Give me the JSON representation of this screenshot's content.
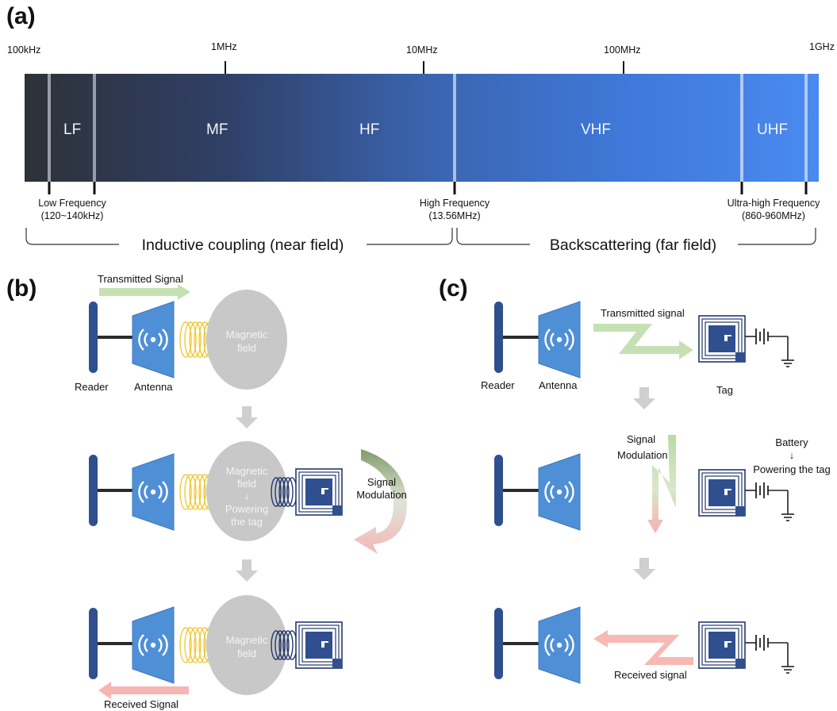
{
  "panels": {
    "a": "(a)",
    "b": "(b)",
    "c": "(c)"
  },
  "spectrum": {
    "ticks": [
      "100kHz",
      "1MHz",
      "10MHz",
      "100MHz",
      "1GHz"
    ],
    "bands": [
      "LF",
      "MF",
      "HF",
      "VHF",
      "UHF"
    ],
    "markers": [
      {
        "line1": "Low Frequency",
        "line2": "(120~140kHz)"
      },
      {
        "line1": "High Frequency",
        "line2": "(13.56MHz)"
      },
      {
        "line1": "Ultra-high Frequency",
        "line2": "(860-960MHz)"
      }
    ],
    "modes": [
      "Inductive coupling (near field)",
      "Backscattering (far field)"
    ],
    "colors": {
      "gradient_start": "#2e3138",
      "gradient_mid": "#334e88",
      "gradient_end": "#4a8af0"
    }
  },
  "inductive": {
    "transmitted_signal": "Transmitted Signal",
    "reader": "Reader",
    "antenna": "Antenna",
    "field_1": "Magnetic field",
    "field_2_line1": "Magnetic",
    "field_2_line2": "field",
    "field_2_arrow": "↓",
    "field_2_line3": "Powering",
    "field_2_line4": "the tag",
    "signal_modulation_line1": "Signal",
    "signal_modulation_line2": "Modulation",
    "received_signal": "Received Signal",
    "field_1_line1": "Magnetic",
    "field_1_line2": "field",
    "field_3_line1": "Magnetic",
    "field_3_line2": "field"
  },
  "backscatter": {
    "transmitted_signal": "Transmitted signal",
    "reader": "Reader",
    "antenna": "Antenna",
    "tag": "Tag",
    "signal_modulation_line1": "Signal",
    "signal_modulation_line2": "Modulation",
    "battery": "Battery",
    "battery_arrow": "↓",
    "powering": "Powering the tag",
    "received_signal": "Received signal"
  },
  "icons": [
    "reader-bar-icon",
    "antenna-icon",
    "coil-icon",
    "tag-chip-icon",
    "battery-icon",
    "ground-icon",
    "down-arrow-icon"
  ]
}
